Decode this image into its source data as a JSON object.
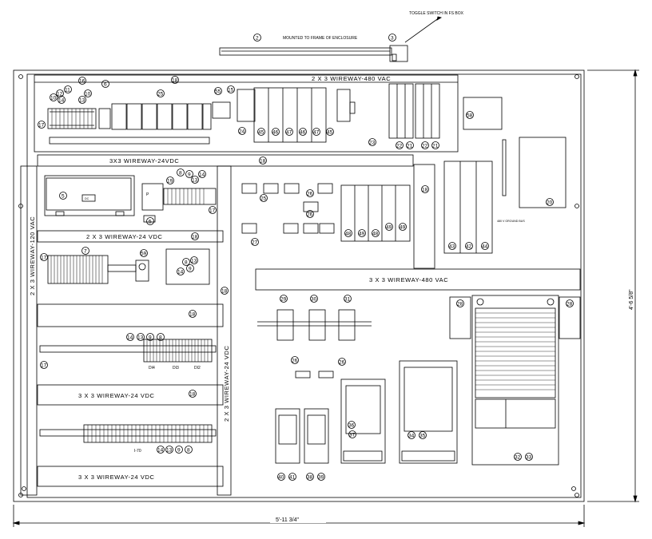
{
  "top_labels": {
    "toggle": "TOGGLE SWITCH IN FS BOX",
    "mounted": "MOUNTED TO FRAME OF ENCLOSURE",
    "callout_left": "2",
    "callout_right": "3"
  },
  "wireways": {
    "top": "2 X 3 WIREWAY-480 VAC",
    "left_vertical": "2 X 3 WIREWAY-120 VAC",
    "wire_24vdc_top": "3X3 WIREWAY-24VDC",
    "wire_24vdc_2": "2 X 3 WIREWAY-24 VDC",
    "wire_480_mid": "3 X 3 WIREWAY-480 VAC",
    "wire_24_lower1": "3 X 3 WIREWAY-24 VDC",
    "wire_24_lower2": "3 X 3 WIREWAY-24 VDC",
    "vertical_24": "2 X 3 WIREWAY-24 VDC"
  },
  "dimensions": {
    "width": "5'-11 3/4\"",
    "height": "4'-6 5/8\""
  },
  "labels": {
    "ground_bus": "480 V GROUND BUS",
    "di4": "DI4",
    "di3": "DI3",
    "di2": "DI2",
    "i70": "I-70",
    "ps_label": "P",
    "dc_label": "DC"
  },
  "callouts": {
    "c18_top": "18",
    "c25_top": "25",
    "c55": "55",
    "c15": "15",
    "c6": "6",
    "c16": "16",
    "c11": "11",
    "c12": "12",
    "c10": "10",
    "c13": "13",
    "c14": "14",
    "c17_top": "17",
    "c24": "24",
    "c45": "45",
    "c46": "46",
    "c47a": "47",
    "c47b": "47",
    "c46b": "46",
    "c45b": "45",
    "c23": "23",
    "c22": "22",
    "c21": "21",
    "c58": "58",
    "c18_r": "18",
    "c20": "20",
    "c5a": "5",
    "c8": "8",
    "c9": "9",
    "c14b": "14",
    "c13b": "13",
    "c19a": "19",
    "c17b": "17",
    "c5b": "5",
    "c18b": "18",
    "c25b": "25",
    "c26a": "26",
    "c27": "27",
    "c26b": "26",
    "c48": "48",
    "c49a": "49",
    "c49b": "49",
    "c18c": "18",
    "c43": "43",
    "c42": "42",
    "c44": "44",
    "c7": "7",
    "c17c": "17",
    "c59": "59",
    "c18d": "18",
    "c18e": "18",
    "c29": "29",
    "c30": "30",
    "c31": "31",
    "c28a": "28",
    "c28b": "28",
    "c18f": "18",
    "c14c": "14",
    "c13c": "13",
    "c9b": "9",
    "c8b": "8",
    "c17d": "17",
    "c26c": "26",
    "c26d": "26",
    "c18g": "18",
    "c36": "36",
    "c37": "37",
    "c34": "34",
    "c35": "35",
    "c14d": "14",
    "c13d": "13",
    "c9c": "9",
    "c8c": "8",
    "c40": "40",
    "c41": "41",
    "c38": "38",
    "c39": "39",
    "c32": "32",
    "c33": "33"
  }
}
